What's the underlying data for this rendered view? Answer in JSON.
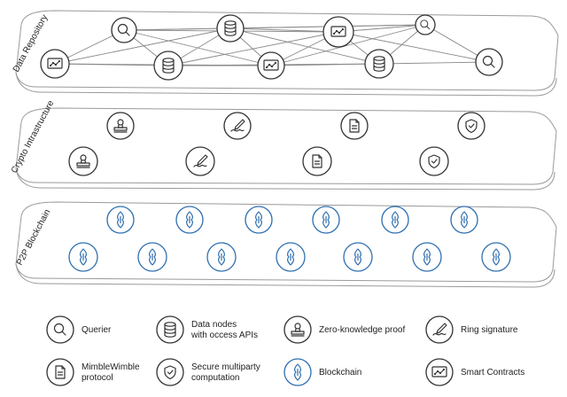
{
  "layers": {
    "data_repository": "Data Repository",
    "crypto_infrastructure": "Crypto Intrastructure",
    "p2p_blockchain": "P2P Blockchain"
  },
  "legend": {
    "querier": "Querier",
    "data_nodes_line1": "Data nodes",
    "data_nodes_line2": "with occess APIs",
    "zero_knowledge": "Zero-knowledge proof",
    "ring_signature": "Ring signature",
    "mimblewimble_line1": "MimbleWimble",
    "mimblewimble_line2": "protocol",
    "secure_mpc_line1": "Secure multiparty",
    "secure_mpc_line2": "computation",
    "blockchain": "Blockchain",
    "smart_contracts": "Smart Contracts"
  },
  "colors": {
    "blockchain_accent": "#2f6fb0",
    "icon_stroke": "#333333",
    "plate_stroke": "#9a9a9a"
  },
  "icons": {
    "querier": "magnifier-icon",
    "data_node": "database-icon",
    "zero_knowledge": "stamp-icon",
    "ring_signature": "pen-nib-icon",
    "mimblewimble": "document-icon",
    "secure_mpc": "shield-check-icon",
    "blockchain": "chain-node-icon",
    "smart_contract": "contract-graph-icon"
  }
}
